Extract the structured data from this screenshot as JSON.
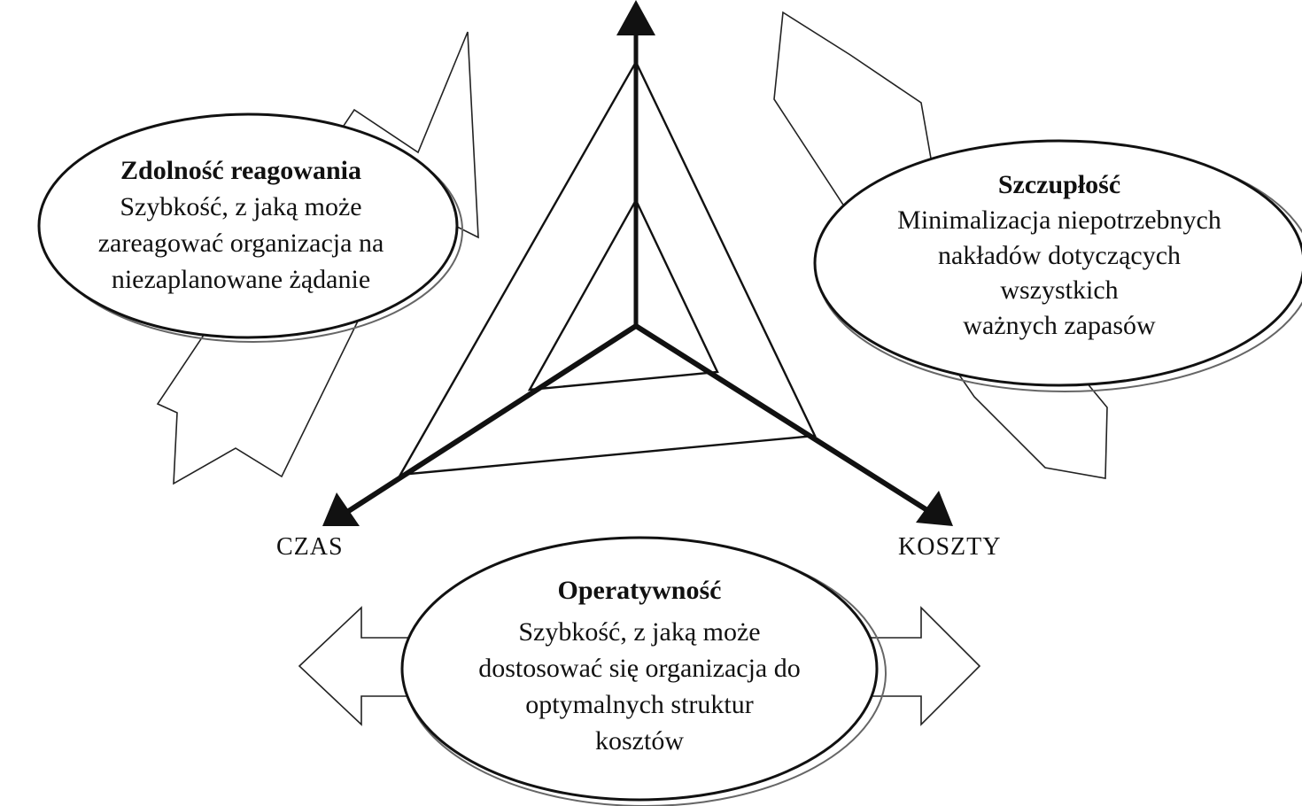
{
  "diagram": {
    "axes": {
      "time_label": "CZAS",
      "cost_label": "KOSZTY"
    },
    "responsiveness": {
      "title": "Zdolność reagowania",
      "lines": [
        "Szybkość, z jaką może",
        "zareagować organizacja na",
        "niezaplanowane żądanie"
      ]
    },
    "leanness": {
      "title": "Szczupłość",
      "lines": [
        "Minimalizacja niepotrzebnych",
        "nakładów dotyczących",
        "wszystkich",
        "ważnych zapasów"
      ]
    },
    "agility": {
      "title": "Operatywność",
      "lines": [
        "Szybkość, z jaką może",
        "dostosować się organizacja do",
        "optymalnych struktur",
        "kosztów"
      ]
    }
  }
}
